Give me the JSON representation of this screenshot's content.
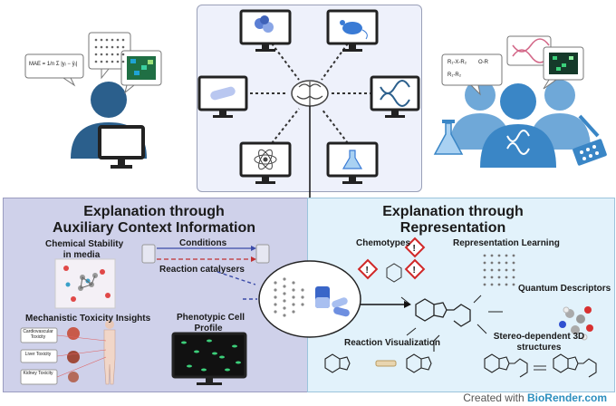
{
  "panels": {
    "auxiliary_title_line1": "Explanation through",
    "auxiliary_title_line2": "Auxiliary Context Information",
    "representation_title_line1": "Explanation through",
    "representation_title_line2": "Representation"
  },
  "auxiliary": {
    "chemical_stability_line1": "Chemical Stability",
    "chemical_stability_line2": "in media",
    "conditions": "Conditions",
    "reaction_catalysers": "Reaction catalysers",
    "mechanistic_toxicity": "Mechanistic Toxicity Insights",
    "phenotypic_line1": "Phenotypic Cell",
    "phenotypic_line2": "Profile",
    "toxicity_labels": [
      "Cardiovascular Toxicity",
      "Liver Toxicity",
      "Kidney Toxicity"
    ]
  },
  "representation": {
    "chemotypes": "Chemotypes",
    "representation_learning": "Representation Learning",
    "quantum_descriptors": "Quantum Descriptors",
    "reaction_visualization": "Reaction Visualization",
    "stereo_line1": "Stereo-dependent 3D",
    "stereo_line2": "structures"
  },
  "speech": {
    "mae_formula": "MAE = 1/n Σ |yᵢ − ŷᵢ|",
    "formula_line1": "R₁-X-R₂",
    "formula_line2": "R₁-R₂",
    "formula_side": "O-R"
  },
  "footer": {
    "prefix": "Created with ",
    "brand": "BioRender.com"
  },
  "colors": {
    "left_panel": "#cfd1ea",
    "right_panel": "#e2f2fb",
    "top_panel": "#eef1fb",
    "left_person": "#2b5f8c",
    "right_people": "#3a86c6",
    "brand": "#2c8fbf"
  }
}
